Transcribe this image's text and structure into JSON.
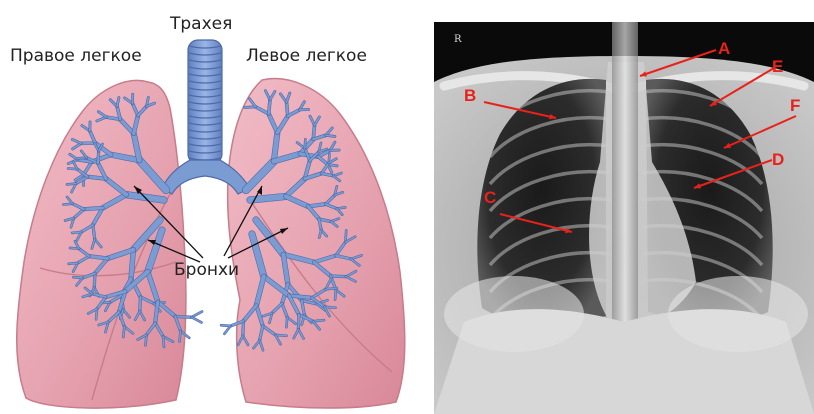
{
  "diagram": {
    "labels": {
      "trachea": "Трахея",
      "right_lung": "Правое легкое",
      "left_lung": "Левое легкое",
      "bronchi": "Бронхи"
    }
  },
  "xray": {
    "side_marker": "R",
    "markers": [
      "A",
      "B",
      "C",
      "D",
      "E",
      "F"
    ]
  },
  "colors": {
    "lung_fill": "#e8a7b2",
    "lung_edge": "#c77c8a",
    "airway": "#7b9bd3",
    "airway_edge": "#4d6aa6",
    "marker": "#e8221a"
  }
}
